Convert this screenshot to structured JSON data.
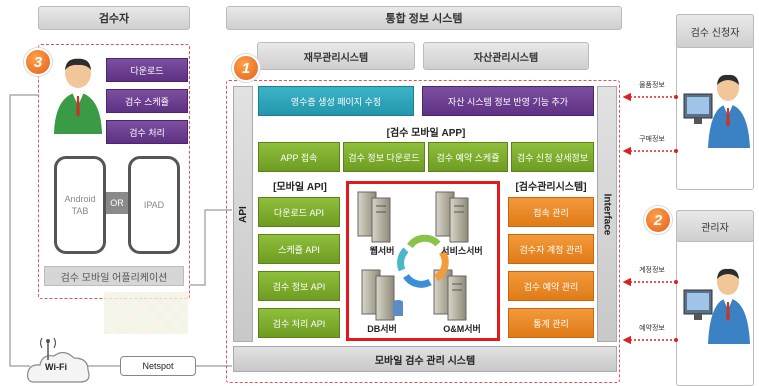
{
  "left": {
    "title": "검수자",
    "number": "3",
    "buttons": [
      "다운로드",
      "검수 스케쥴",
      "검수 처리"
    ],
    "device_android": "Android\nTAB",
    "device_or": "OR",
    "device_ipad": "IPAD",
    "app_label": "검수 모바일 어플리케이션"
  },
  "center": {
    "title": "통합 정보 시스템",
    "number": "1",
    "finance_system": "재무관리시스템",
    "asset_system": "자산관리시스템",
    "top_bars": [
      "영수증 생성 페이지 수정",
      "자산 시스템 정보 반영 기능 추가"
    ],
    "app_section_label": "[검수 모바일 APP]",
    "app_features": [
      "APP 접속",
      "검수 정보 다운로드",
      "검수 예약 스케쥴",
      "검수 신청 상세정보"
    ],
    "api_side_label": "API",
    "interface_side_label": "Interface",
    "mobile_api_label": "[모바일 API]",
    "mobile_api_items": [
      "다운로드 API",
      "스케쥴 API",
      "검수 정보 API",
      "검수 처리 API"
    ],
    "mgmt_label": "[검수관리시스템]",
    "mgmt_items": [
      "접속 관리",
      "검수자 계정 관리",
      "검수 예약 관리",
      "통계 관리"
    ],
    "servers": [
      "웹서버",
      "서비스서버",
      "DB서버",
      "O&M서버"
    ],
    "bottom_bar": "모바일 검수 관리 시스템"
  },
  "right": {
    "applicant_title": "검수 신청자",
    "admin_title": "관리자",
    "admin_number": "2",
    "flow_labels": [
      "물품정보",
      "구매정보",
      "계정정보",
      "예약정보"
    ]
  },
  "bottom_left": {
    "wifi_label": "Wi-Fi",
    "netspot_label": "Netspot"
  },
  "colors": {
    "purple": "#6a3d91",
    "green": "#7dad2e",
    "orange": "#ea8a26",
    "teal": "#2ea6bb",
    "dashed_red": "#e05555",
    "server_box_red": "#e01b1b"
  }
}
